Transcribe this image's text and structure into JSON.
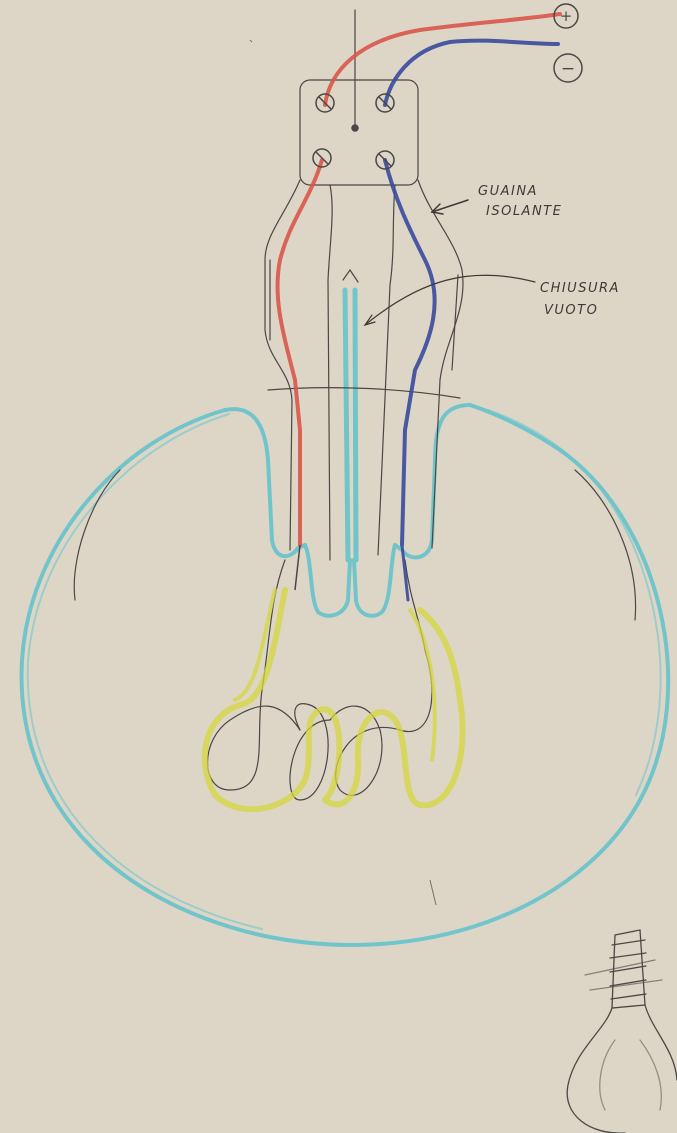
{
  "terminals": {
    "positive_symbol": "+",
    "negative_symbol": "−"
  },
  "labels": {
    "sheath_line1": "GUAINA",
    "sheath_line2": "ISOLANTE",
    "vacuum_line1": "CHIUSURA",
    "vacuum_line2": "VUOTO"
  },
  "colors": {
    "paper": "#ddd6c7",
    "graphite": "#4a4744",
    "positive_wire": "#d9574a",
    "negative_wire": "#3a4a9c",
    "glass": "#67c3cc",
    "filament": "#d4d640"
  },
  "icons": [
    "screw-icon",
    "lightbulb-sketch-icon",
    "arrow-icon"
  ]
}
